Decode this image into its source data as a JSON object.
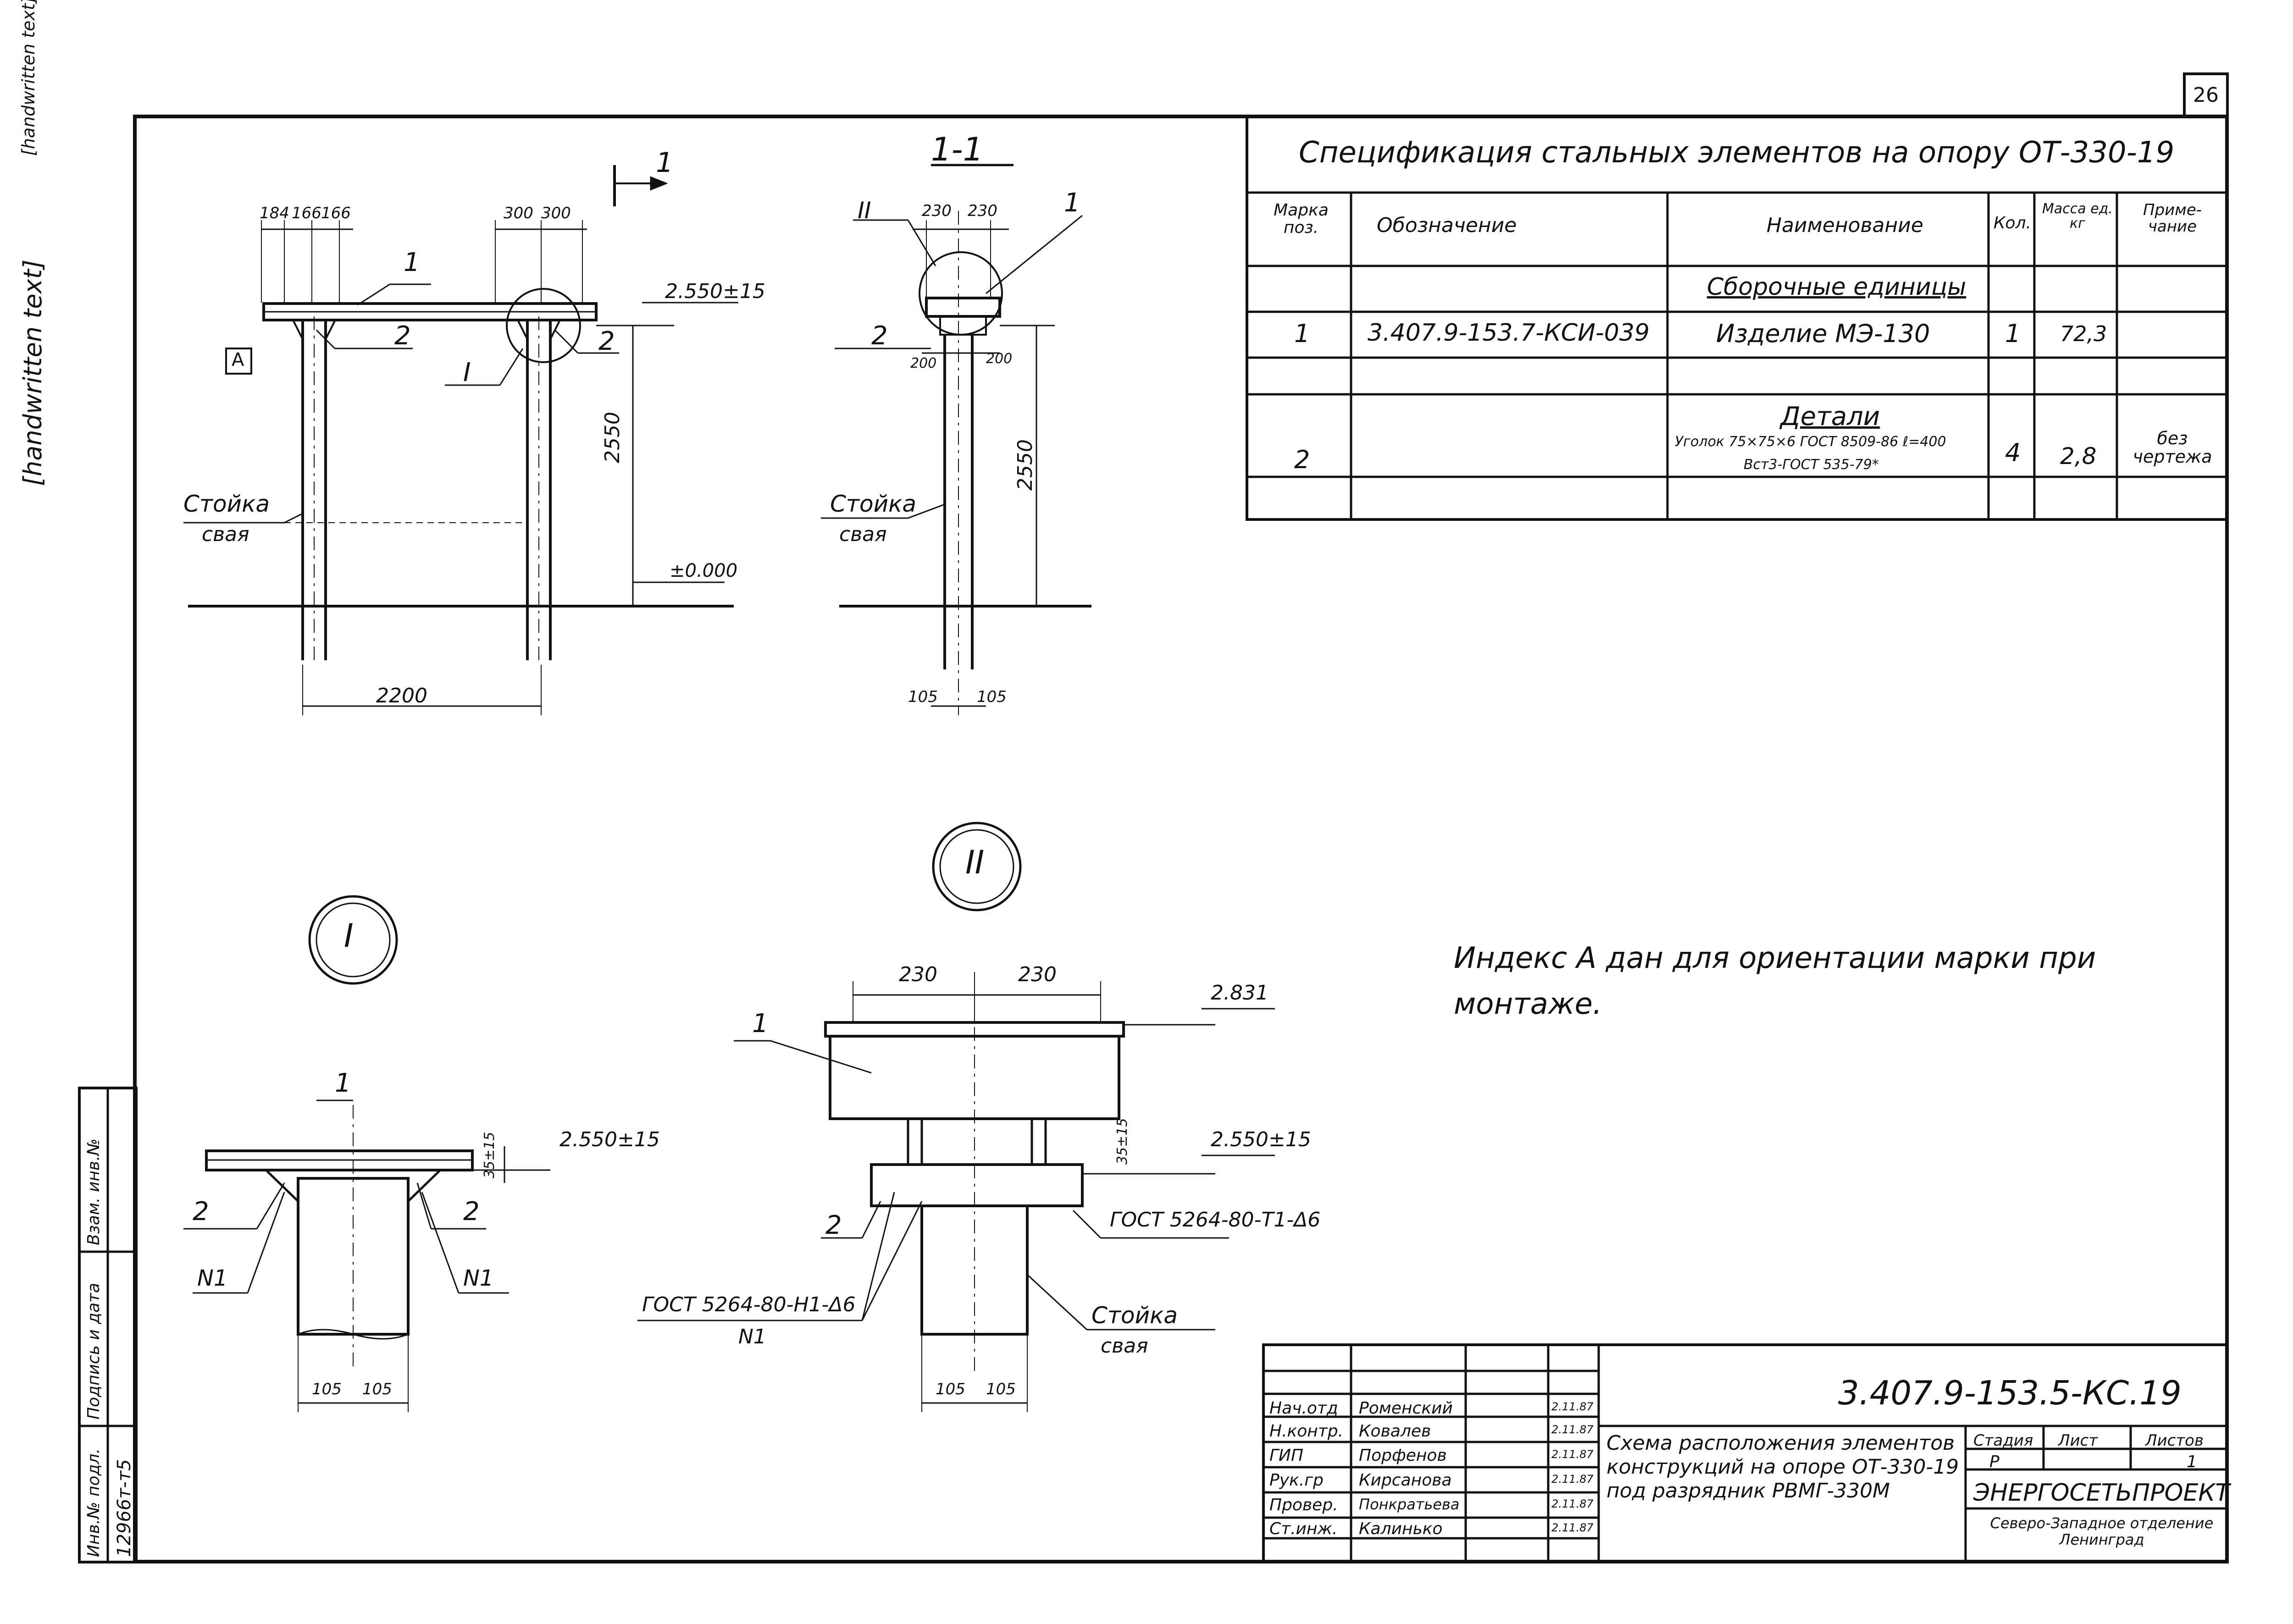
{
  "sheet_number": "26",
  "copy_stamp": "[handwritten text]",
  "corner_marks": "[handwritten text]",
  "views": {
    "front": {
      "section_marker": "1",
      "dim_top_left": [
        "184",
        "166",
        "166"
      ],
      "dim_top_right": [
        "300",
        "300"
      ],
      "elevation_top": "2.550±15",
      "elevation_ground": "±0.000",
      "height_dim": "2550",
      "span_dim": "2200",
      "pos1": "1",
      "pos2a": "2",
      "pos2b": "2",
      "detail_ref": "I",
      "index_box": "А",
      "pile_label": "Стойка",
      "pile_sub": "свая"
    },
    "section": {
      "title": "1-1",
      "detail_ref": "II",
      "dims_top": [
        "230",
        "230"
      ],
      "dims_mid": [
        "200",
        "200"
      ],
      "height_dim": "2550",
      "dims_bottom": [
        "105",
        "105"
      ],
      "pos1": "1",
      "pos2": "2",
      "pile_label": "Стойка",
      "pile_sub": "свая"
    },
    "detail1": {
      "ref": "I",
      "pos1": "1",
      "pos2a": "2",
      "pos2b": "2",
      "weld_a": "N1",
      "weld_b": "N1",
      "offset": "35±15",
      "elevation": "2.550±15",
      "dims_bottom": [
        "105",
        "105"
      ]
    },
    "detail2": {
      "ref": "II",
      "dims_top": [
        "230",
        "230"
      ],
      "elevation_top": "2.831",
      "elevation_mid": "2.550±15",
      "offset": "35±15",
      "pos1": "1",
      "pos2": "2",
      "weld_right": "ГОСТ 5264-80-Т1-Δ6",
      "weld_left": "ГОСТ 5264-80-Н1-Δ6",
      "weld_left_sub": "N1",
      "pile_label": "Стойка",
      "pile_sub": "свая",
      "dims_bottom": [
        "105",
        "105"
      ]
    }
  },
  "spec": {
    "title": "Спецификация стальных элементов на опору ОТ-330-19",
    "headers": [
      "Марка поз.",
      "Обозначение",
      "Наименование",
      "Кол.",
      "Масса ед. кг",
      "Приме-чание"
    ],
    "rows": [
      {
        "pos": "",
        "designation": "",
        "name": "Сборочные единицы",
        "qty": "",
        "mass": "",
        "note": ""
      },
      {
        "pos": "1",
        "designation": "3.407.9-153.7-КСИ-039",
        "name": "Изделие МЭ-130",
        "qty": "1",
        "mass": "72,3",
        "note": ""
      },
      {
        "pos": "",
        "designation": "",
        "name": "",
        "qty": "",
        "mass": "",
        "note": ""
      },
      {
        "pos": "",
        "designation": "",
        "name": "Детали",
        "qty": "",
        "mass": "",
        "note": ""
      },
      {
        "pos": "2",
        "designation": "",
        "name": "Уголок 75×75×6 ГОСТ 8509-86 ℓ=400",
        "name2": "Вст3-ГОСТ 535-79*",
        "qty": "4",
        "mass": "2,8",
        "note": "без чертежа"
      },
      {
        "pos": "",
        "designation": "",
        "name": "",
        "qty": "",
        "mass": "",
        "note": ""
      }
    ]
  },
  "note": "Индекс А дан для ориентации марки при монтаже.",
  "title_block": {
    "doc_code": "3.407.9-153.5-КС.19",
    "roles": [
      "Нач.отд",
      "Н.контр.",
      "ГИП",
      "Рук.гр",
      "Провер.",
      "Ст.инж."
    ],
    "names": [
      "Роменский",
      "Ковалев",
      "Порфенов",
      "Кирсанова",
      "Понкратьева",
      "Калинько"
    ],
    "dates": [
      "2.11.87",
      "2.11.87",
      "2.11.87",
      "2.11.87",
      "2.11.87",
      "2.11.87"
    ],
    "description": "Схема расположения элементов конструкций на опоре ОТ-330-19 под разрядник РВМГ-330М",
    "stage_header": "Стадия",
    "sheet_header": "Лист",
    "sheets_header": "Листов",
    "stage": "Р",
    "sheets": "1",
    "organization": "ЭНЕРГОСЕТЬПРОЕКТ",
    "department": "Северо-Западное отделение Ленинград"
  },
  "side_stamp": {
    "labels": [
      "Инв.№ подл.",
      "Подпись и дата",
      "Взам. инв.№"
    ],
    "inv_number": "12966т-т5"
  }
}
